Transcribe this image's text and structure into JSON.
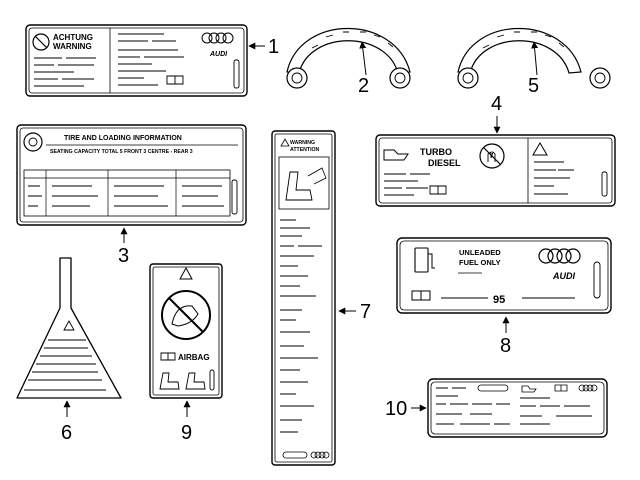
{
  "callouts": [
    "1",
    "2",
    "3",
    "4",
    "5",
    "6",
    "7",
    "8",
    "9",
    "10"
  ],
  "label1": {
    "line1": "ACHTUNG",
    "line2": "WARNING"
  },
  "label3": {
    "title": "TIRE AND LOADING INFORMATION",
    "subtitle": "SEATING CAPACITY TOTAL 5  FRONT 3  CENTRE - REAR 3"
  },
  "label4": {
    "line1": "TURBO",
    "line2": "DIESEL"
  },
  "label7": {
    "line1": "WARNING",
    "line2": "ATTENTION"
  },
  "label8": {
    "line1": "UNLEADED",
    "line2": "FUEL ONLY",
    "octane": "95"
  },
  "label9": {
    "airbag": "AIRBAG"
  }
}
